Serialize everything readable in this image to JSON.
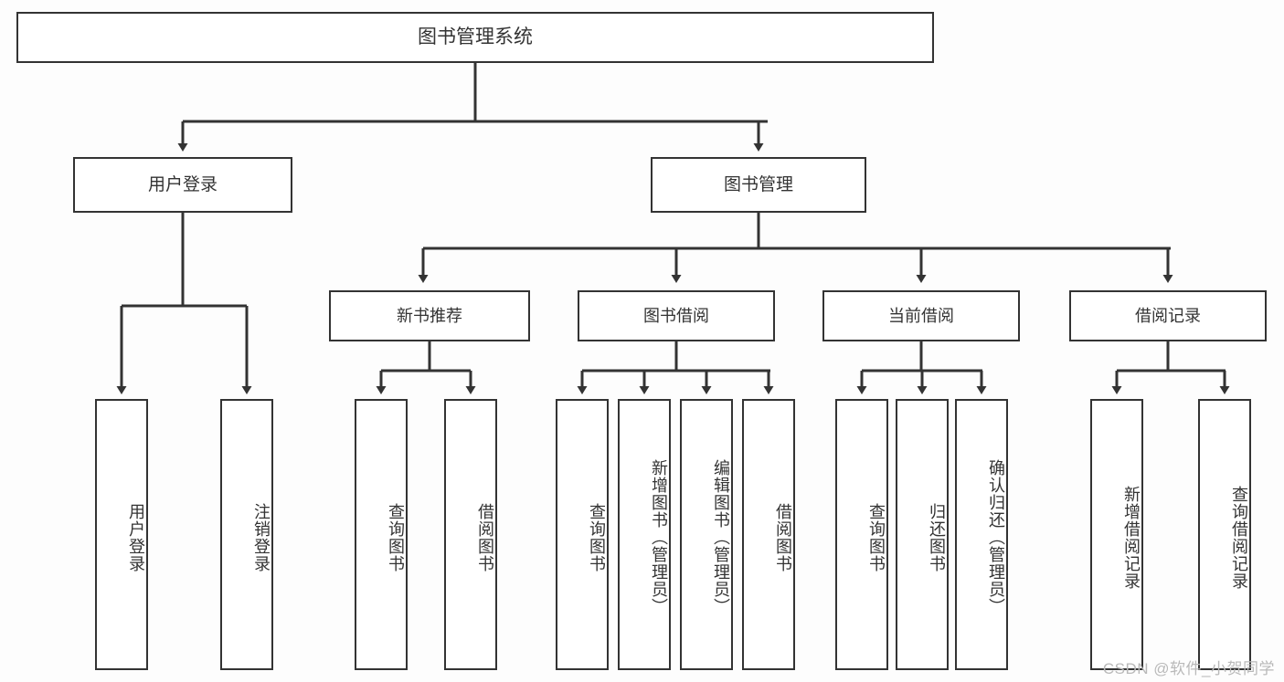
{
  "diagram": {
    "title": "图书管理系统",
    "type": "tree-hierarchy",
    "line_color": "#333333",
    "box_fill": "#ffffff",
    "background": "#fdfdfd"
  },
  "root": {
    "label": "图书管理系统"
  },
  "level2": [
    {
      "label": "用户登录"
    },
    {
      "label": "图书管理"
    }
  ],
  "level3": [
    {
      "label": "新书推荐"
    },
    {
      "label": "图书借阅"
    },
    {
      "label": "当前借阅"
    },
    {
      "label": "借阅记录"
    }
  ],
  "leaves": {
    "user_login": [
      {
        "label": "用户登录"
      },
      {
        "label": "注销登录"
      }
    ],
    "new_book_recommend": [
      {
        "label": "查询图书"
      },
      {
        "label": "借阅图书"
      }
    ],
    "book_borrow": [
      {
        "label": "查询图书"
      },
      {
        "label": "新增图书（管理员）"
      },
      {
        "label": "编辑图书（管理员）"
      },
      {
        "label": "借阅图书"
      }
    ],
    "current_borrow": [
      {
        "label": "查询图书"
      },
      {
        "label": "归还图书"
      },
      {
        "label": "确认归还（管理员）"
      }
    ],
    "borrow_record": [
      {
        "label": "新增借阅记录"
      },
      {
        "label": "查询借阅记录"
      }
    ]
  },
  "watermark": {
    "text": "CSDN @软件_小贺同学"
  }
}
